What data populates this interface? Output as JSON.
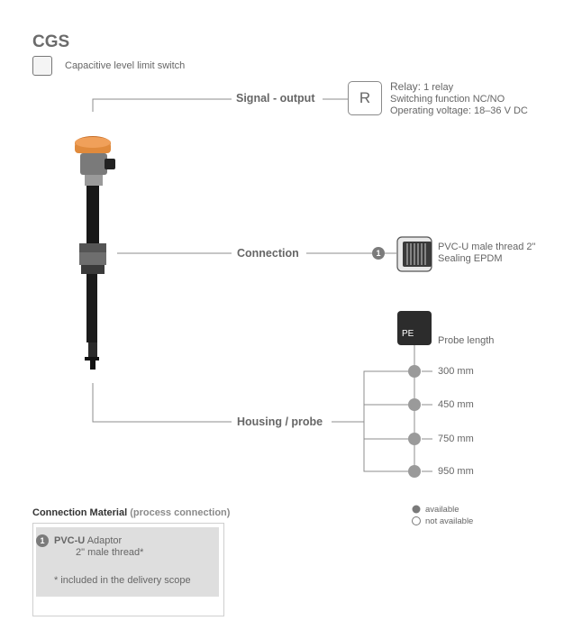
{
  "title": "CGS",
  "subtitle": "Capacitive level limit switch",
  "icons": {
    "product": "capacitive-switch-icon",
    "connection": "thread-adaptor-icon"
  },
  "signal": {
    "label": "Signal - output",
    "box_letter": "R",
    "relay_label": "Relay:",
    "relay_value": "1 relay",
    "line2": "Switching function NC/NO",
    "line3": "Operating voltage: 18–36 V DC"
  },
  "connection": {
    "label": "Connection",
    "badge": "1",
    "line1": "PVC-U male thread 2\"",
    "line2": "Sealing EPDM"
  },
  "housing": {
    "label": "Housing / probe",
    "pe": "PE",
    "probe_length_label": "Probe length",
    "lengths": [
      "300 mm",
      "450 mm",
      "750 mm",
      "950 mm"
    ],
    "availability": [
      "available",
      "available",
      "available",
      "available"
    ]
  },
  "material": {
    "title": "Connection Material",
    "title_sub": "(process connection)",
    "badge": "1",
    "name": "PVC-U",
    "desc": "Adaptor",
    "desc2": "2\" male thread*",
    "footnote": "* included in the delivery scope"
  },
  "legend": {
    "available": "available",
    "not_available": "not available"
  },
  "colors": {
    "cap": "#e08a3c",
    "line": "#8c8c8c",
    "dot": "#9a9a9a",
    "dark": "#2c2c2c"
  }
}
